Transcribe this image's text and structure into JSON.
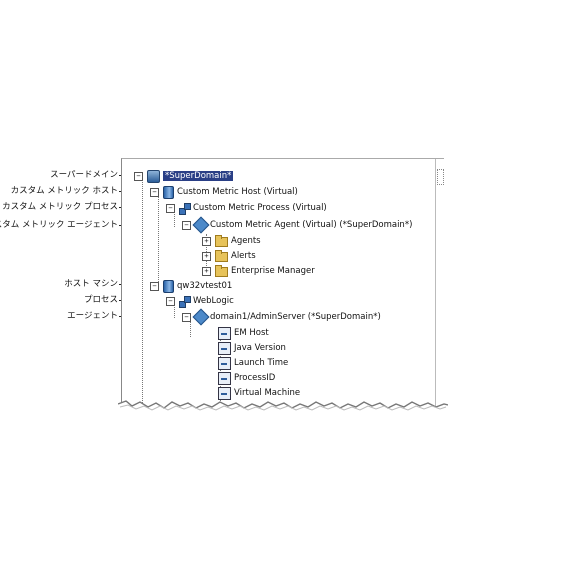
{
  "callouts": [
    "スーパードメイン",
    "カスタム メトリック ホスト",
    "カスタム メトリック プロセス",
    "カスタム メトリック エージェント",
    "ホスト マシン",
    "プロセス",
    "エージェント"
  ],
  "tree": {
    "superdomain": "*SuperDomain*",
    "custom_host": "Custom Metric Host (Virtual)",
    "custom_process": "Custom Metric Process (Virtual)",
    "custom_agent": "Custom Metric Agent (Virtual) (*SuperDomain*)",
    "agents": "Agents",
    "alerts": "Alerts",
    "enterprise_manager": "Enterprise Manager",
    "host_machine": "qw32vtest01",
    "process": "WebLogic",
    "agent": "domain1/AdminServer (*SuperDomain*)",
    "metrics": [
      "EM Host",
      "Java Version",
      "Launch Time",
      "ProcessID",
      "Virtual Machine"
    ]
  },
  "icons": {
    "superdomain": "domain-icon",
    "host": "host-icon",
    "process": "process-icon",
    "agent": "agent-icon",
    "folder": "folder-icon",
    "metric": "metric-icon"
  },
  "colors": {
    "selection": "#2a3f86",
    "folder": "#e7c35a",
    "agent": "#4c89c9"
  }
}
